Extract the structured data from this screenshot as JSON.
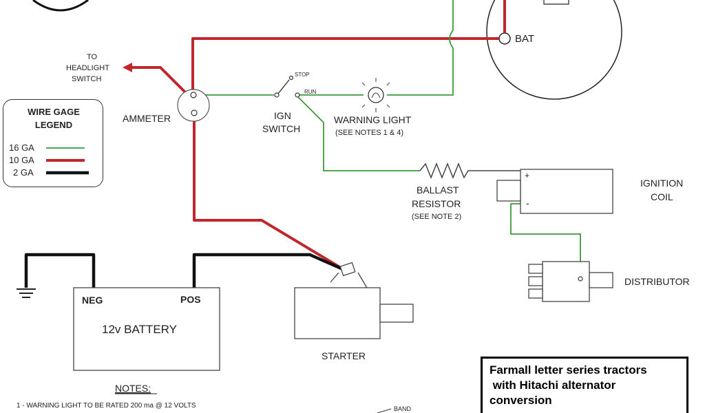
{
  "labels": {
    "bat": "BAT",
    "to": "TO",
    "headlight": "HEADLIGHT",
    "switch_word": "SWITCH",
    "ammeter": "AMMETER",
    "stop": "STOP",
    "run": "RUN",
    "ign": "IGN",
    "ign_switch": "SWITCH",
    "warning_light": "WARNING LIGHT",
    "warning_notes": "(SEE NOTES 1 & 4)",
    "ballast": "BALLAST",
    "resistor": "RESISTOR",
    "ballast_note": "(SEE NOTE 2)",
    "ignition": "IGNITION",
    "coil": "COIL",
    "plus": "+",
    "minus": "-",
    "distributor": "DISTRIBUTOR",
    "neg": "NEG",
    "pos": "POS",
    "battery": "12v BATTERY",
    "starter": "STARTER",
    "notes_title": "NOTES:",
    "note1": "1 - WARNING LIGHT TO BE RATED 200 ma @ 12 VOLTS",
    "band": "BAND"
  },
  "legend": {
    "title_line1": "WIRE GAGE",
    "title_line2": "LEGEND",
    "items": [
      {
        "label": "16 GA",
        "color": "#3a9a3a"
      },
      {
        "label": "10 GA",
        "color": "#c0262c"
      },
      {
        "label": "2 GA",
        "color": "#111111"
      }
    ]
  },
  "title_box": {
    "line1": "Farmall letter series tractors",
    "line2": " with Hitachi alternator",
    "line3": "conversion"
  },
  "colors": {
    "wire_16ga": "#3a9a3a",
    "wire_10ga": "#c0262c",
    "wire_2ga": "#111111"
  }
}
